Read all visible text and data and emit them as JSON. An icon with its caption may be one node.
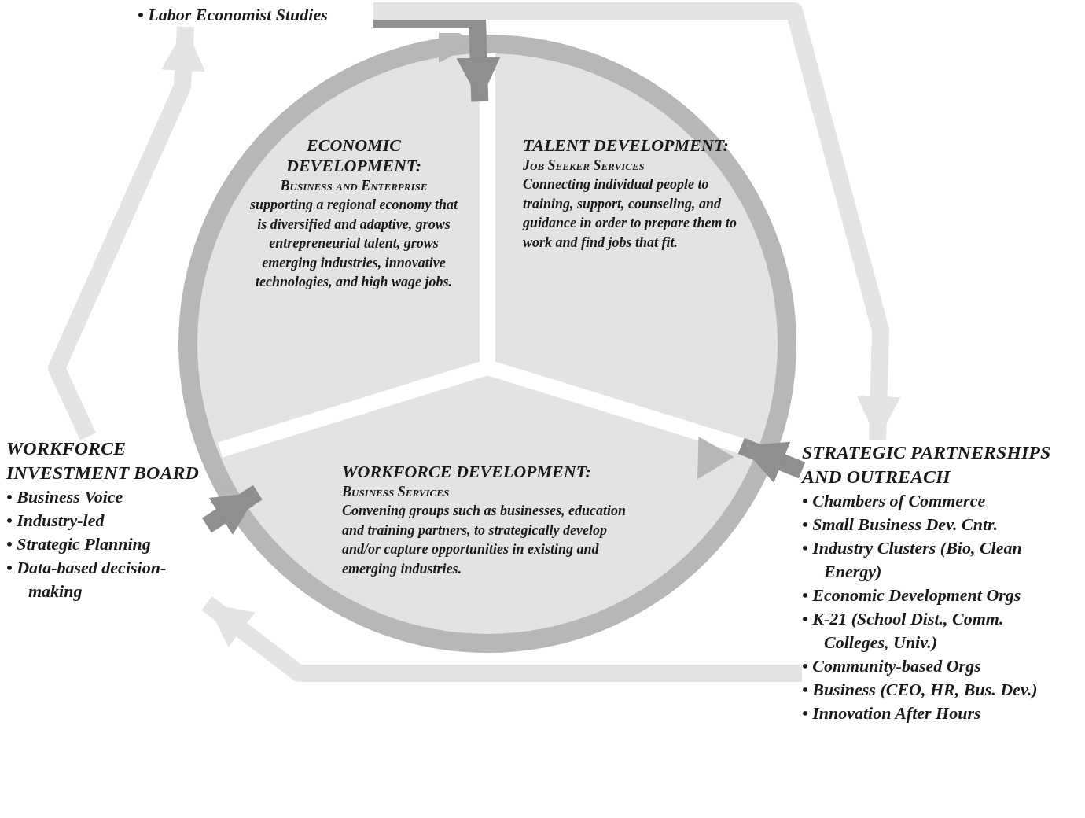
{
  "diagram": {
    "nodes": [
      {
        "text": [],
        "shape": "circle"
      },
      {
        "text": [
          "ECONOMIC DEVELOPMENT:",
          "Business and Enterprise",
          "supporting a regional economy that is diversified and adaptive, grows entrepreneurial talent, grows emerging industries, innovative technologies, and high wage jobs."
        ],
        "in": 0
      },
      {
        "text": [
          "TALENT DEVELOPMENT:",
          "Job Seeker Services",
          "Connecting individual people to training, support, counseling, and guidance in order to prepare them to work and find jobs that fit."
        ],
        "in": 0
      },
      {
        "text": [
          "WORKFORCE DEVELOPMENT:",
          "Business Services",
          "Convening groups such as businesses, education and training partners, to strategically develop and/or capture opportunities in existing and emerging industries."
        ],
        "in": 0
      },
      {
        "text": [
          "• Labor Economist Studies"
        ]
      },
      {
        "text": [
          "WORKFORCE INVESTMENT BOARD",
          "• Business Voice",
          "• Industry-led",
          "• Strategic Planning",
          "• Data-based decision-making"
        ]
      },
      {
        "text": [
          "STRATEGIC PARTNERSHIPS AND OUTREACH",
          "• Chambers of Commerce",
          "• Small Business Dev. Cntr.",
          "• Industry Clusters (Bio, Clean Energy)",
          "• Economic Development Orgs",
          "• K-21 (School Dist., Comm. Colleges, Univ.)",
          "• Community-based Orgs",
          "• Business (CEO, HR, Bus. Dev.)",
          "• Innovation After Hours"
        ]
      }
    ],
    "edges": [
      {
        "from": 4,
        "to": 0,
        "arrow": "to",
        "color": "#8f8f91"
      },
      {
        "from": 5,
        "to": 0,
        "arrow": "to",
        "color": "#8f8f91"
      },
      {
        "from": 6,
        "to": 0,
        "arrow": "to",
        "color": "#8f8f91"
      },
      {
        "from": 4,
        "to": 6,
        "arrow": "to",
        "color": "#e4e4e4"
      },
      {
        "from": 6,
        "to": 5,
        "arrow": "to",
        "color": "#e4e4e4"
      },
      {
        "from": 5,
        "to": 4,
        "arrow": "to",
        "color": "#e4e4e4"
      }
    ]
  }
}
